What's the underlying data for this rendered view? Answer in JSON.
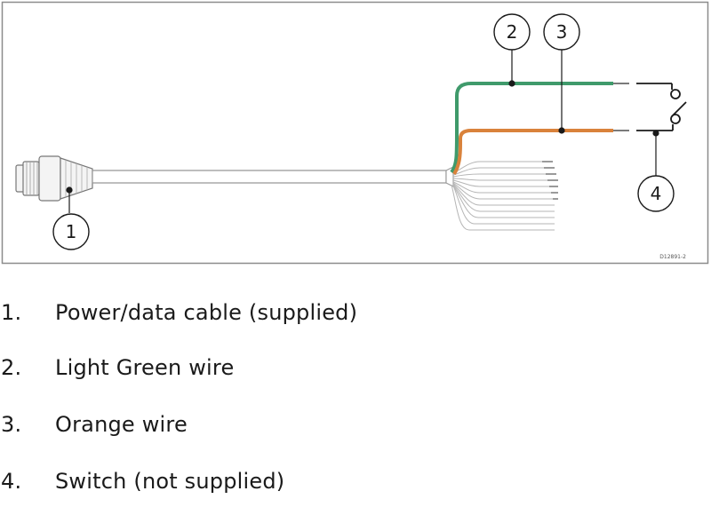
{
  "diagram": {
    "callouts": [
      "1",
      "2",
      "3",
      "4"
    ],
    "figure_code": "D12891-2",
    "colors": {
      "frame": "#8c8c8c",
      "cable": "#9a9a9a",
      "green_wire": "#3f9a6b",
      "orange_wire": "#d9823b",
      "thin_wires": "#b5b5b5",
      "leader": "#1a1a1a"
    }
  },
  "legend": [
    {
      "num": "1.",
      "label": "Power/data cable (supplied)"
    },
    {
      "num": "2.",
      "label": "Light Green wire"
    },
    {
      "num": "3.",
      "label": "Orange wire"
    },
    {
      "num": "4.",
      "label": "Switch (not supplied)"
    }
  ]
}
